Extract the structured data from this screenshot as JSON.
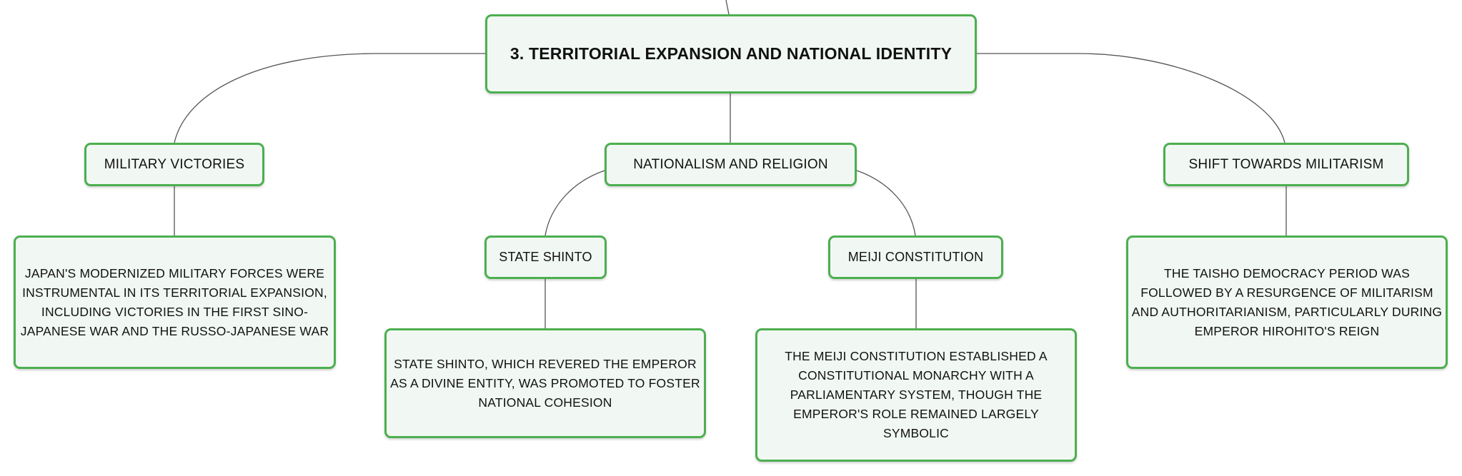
{
  "root": {
    "label": "3. TERRITORIAL EXPANSION AND NATIONAL IDENTITY"
  },
  "topics": {
    "military": {
      "label": "MILITARY VICTORIES",
      "description": "JAPAN'S MODERNIZED MILITARY FORCES WERE INSTRUMENTAL IN ITS TERRITORIAL EXPANSION, INCLUDING VICTORIES IN THE FIRST SINO-JAPANESE WAR AND THE RUSSO-JAPANESE WAR"
    },
    "nationalism": {
      "label": "NATIONALISM AND RELIGION",
      "subtopics": {
        "shinto": {
          "label": "STATE SHINTO",
          "description": "STATE SHINTO, WHICH REVERED THE EMPEROR AS A DIVINE ENTITY, WAS PROMOTED TO FOSTER NATIONAL COHESION"
        },
        "meiji": {
          "label": "MEIJI CONSTITUTION",
          "description": "THE MEIJI CONSTITUTION ESTABLISHED A CONSTITUTIONAL MONARCHY WITH A PARLIAMENTARY SYSTEM, THOUGH THE EMPEROR'S ROLE REMAINED LARGELY SYMBOLIC"
        }
      }
    },
    "militarism": {
      "label": "SHIFT TOWARDS MILITARISM",
      "description": "THE TAISHO DEMOCRACY PERIOD WAS FOLLOWED BY A RESURGENCE OF MILITARISM AND AUTHORITARIANISM, PARTICULARLY DURING EMPEROR HIROHITO'S REIGN"
    }
  },
  "colors": {
    "node_border": "#4caf50",
    "node_fill": "#f1f8f3",
    "connector": "#555555",
    "text": "#111111"
  }
}
